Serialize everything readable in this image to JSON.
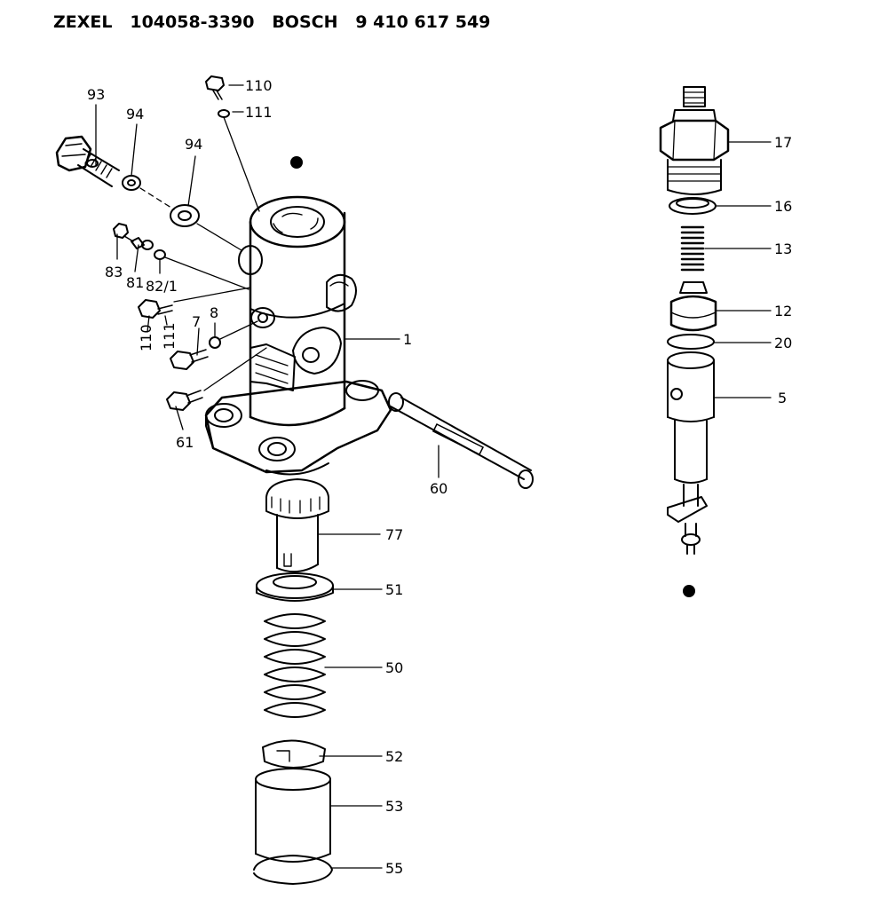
{
  "header": {
    "brand1": "ZEXEL",
    "part1": "104058-3390",
    "brand2": "BOSCH",
    "part2": "9 410 617 549"
  },
  "labels": {
    "p93": "93",
    "p94a": "94",
    "p94b": "94",
    "p110a": "110",
    "p111a": "111",
    "p83": "83",
    "p81": "81",
    "p82": "82/1",
    "p110b": "110",
    "p111b": "111",
    "p7": "7",
    "p8": "8",
    "p61": "61",
    "p1": "1",
    "p60": "60",
    "p77": "77",
    "p51": "51",
    "p50": "50",
    "p52": "52",
    "p53": "53",
    "p55": "55",
    "p17": "17",
    "p16": "16",
    "p13": "13",
    "p12": "12",
    "p20": "20",
    "p5": "5"
  }
}
